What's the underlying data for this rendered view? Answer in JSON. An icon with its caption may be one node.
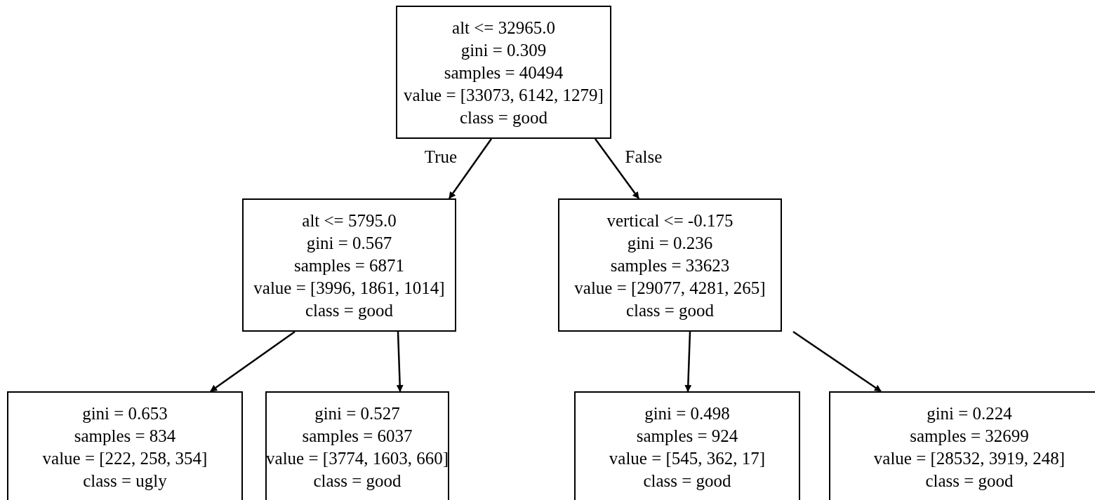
{
  "diagram": {
    "nodes": [
      {
        "text": [
          "alt <= 32965.0",
          "gini = 0.309",
          "samples = 40494",
          "value = [33073, 6142, 1279]",
          "class = good"
        ]
      },
      {
        "text": [
          "alt <= 5795.0",
          "gini = 0.567",
          "samples = 6871",
          "value = [3996, 1861, 1014]",
          "class = good"
        ]
      },
      {
        "text": [
          "vertical <= -0.175",
          "gini = 0.236",
          "samples = 33623",
          "value = [29077, 4281, 265]",
          "class = good"
        ]
      },
      {
        "text": [
          "gini = 0.653",
          "samples = 834",
          "value = [222, 258, 354]",
          "class = ugly"
        ]
      },
      {
        "text": [
          "gini = 0.527",
          "samples = 6037",
          "value = [3774, 1603, 660]",
          "class = good"
        ]
      },
      {
        "text": [
          "gini = 0.498",
          "samples = 924",
          "value = [545, 362, 17]",
          "class = good"
        ]
      },
      {
        "text": [
          "gini = 0.224",
          "samples = 32699",
          "value = [28532, 3919, 248]",
          "class = good"
        ]
      }
    ],
    "edges": [
      {
        "from": 0,
        "to": 1,
        "arrow": "to",
        "label": "True"
      },
      {
        "from": 0,
        "to": 2,
        "arrow": "to",
        "label": "False"
      },
      {
        "from": 1,
        "to": 3,
        "arrow": "to"
      },
      {
        "from": 1,
        "to": 4,
        "arrow": "to"
      },
      {
        "from": 2,
        "to": 5,
        "arrow": "to"
      },
      {
        "from": 2,
        "to": 6,
        "arrow": "to"
      }
    ]
  }
}
